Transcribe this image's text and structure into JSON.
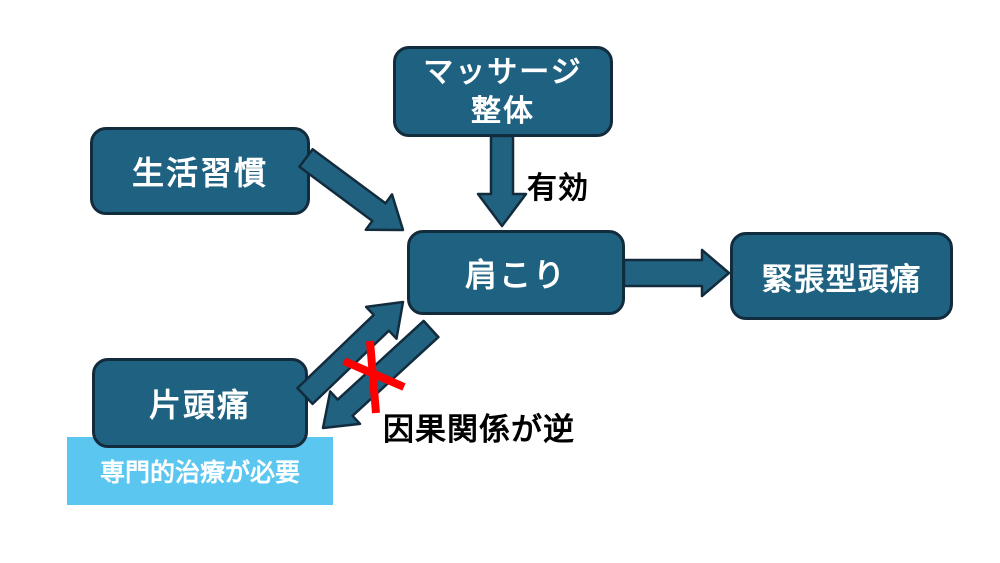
{
  "diagram": {
    "colors": {
      "node_fill": "#1E6181",
      "node_border": "#132C3D",
      "arrow_fill": "#216280",
      "arrow_border": "#132C3D",
      "highlight_fill": "#5BC6EF",
      "cross_color": "#FF0000",
      "node_text": "#FFFFFF",
      "label_text": "#000000"
    },
    "nodes": {
      "massage": {
        "label_line1": "マッサージ",
        "label_line2": "整体"
      },
      "lifestyle": {
        "label": "生活習慣"
      },
      "shoulder": {
        "label": "肩こり"
      },
      "tension": {
        "label": "緊張型頭痛"
      },
      "migraine": {
        "label": "片頭痛"
      }
    },
    "callout": {
      "label": "専門的治療が必要"
    },
    "edge_labels": {
      "effective": "有効",
      "reversed": "因果関係が逆"
    },
    "edges": [
      {
        "from": "生活習慣",
        "to": "肩こり",
        "label": ""
      },
      {
        "from": "マッサージ整体",
        "to": "肩こり",
        "label": "有効"
      },
      {
        "from": "肩こり",
        "to": "緊張型頭痛",
        "label": ""
      },
      {
        "from": "片頭痛",
        "to": "肩こり",
        "label": ""
      },
      {
        "from": "肩こり",
        "to": "片頭痛",
        "label": "因果関係が逆",
        "negated": true
      }
    ]
  }
}
